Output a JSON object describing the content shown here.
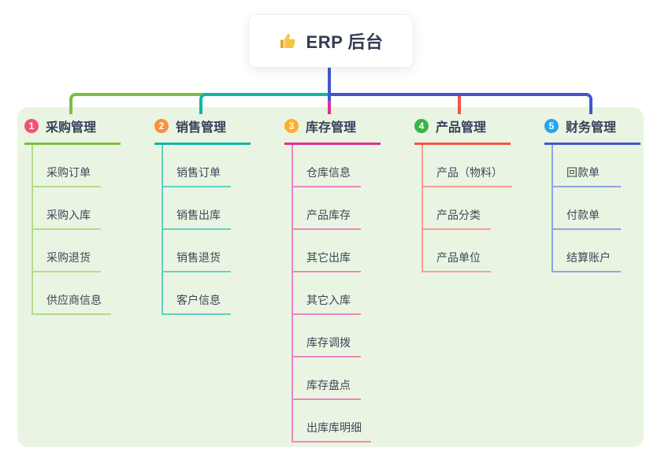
{
  "root": {
    "label": "ERP 后台",
    "icon": "thumbs-up-icon"
  },
  "colors": {
    "panel_bg": "#e9f5e2",
    "root_stem_blue": "#4a5ad2",
    "text_dark": "#36415a",
    "child_text": "#3c4858"
  },
  "branches": [
    {
      "index": "1",
      "title": "采购管理",
      "badge_color": "#f45171",
      "line_color": "#7dbf3f",
      "child_line_color": "#b5da8c",
      "children": [
        "采购订单",
        "采购入库",
        "采购退货",
        "供应商信息"
      ]
    },
    {
      "index": "2",
      "title": "销售管理",
      "badge_color": "#f8923e",
      "line_color": "#13b5a5",
      "child_line_color": "#62d1c4",
      "children": [
        "销售订单",
        "销售出库",
        "销售退货",
        "客户信息"
      ]
    },
    {
      "index": "3",
      "title": "库存管理",
      "badge_color": "#ffae2c",
      "line_color": "#dc3193",
      "child_line_color": "#ee86c1",
      "children": [
        "仓库信息",
        "产品库存",
        "其它出库",
        "其它入库",
        "库存调拨",
        "库存盘点",
        "出库库明细"
      ]
    },
    {
      "index": "4",
      "title": "产品管理",
      "badge_color": "#38b54a",
      "line_color": "#f5554b",
      "child_line_color": "#f89e97",
      "children": [
        "产品（物料）",
        "产品分类",
        "产品单位"
      ]
    },
    {
      "index": "5",
      "title": "财务管理",
      "badge_color": "#27a4ea",
      "line_color": "#4356cd",
      "child_line_color": "#8fa5e5",
      "children": [
        "回款单",
        "付款单",
        "结算账户"
      ]
    }
  ]
}
